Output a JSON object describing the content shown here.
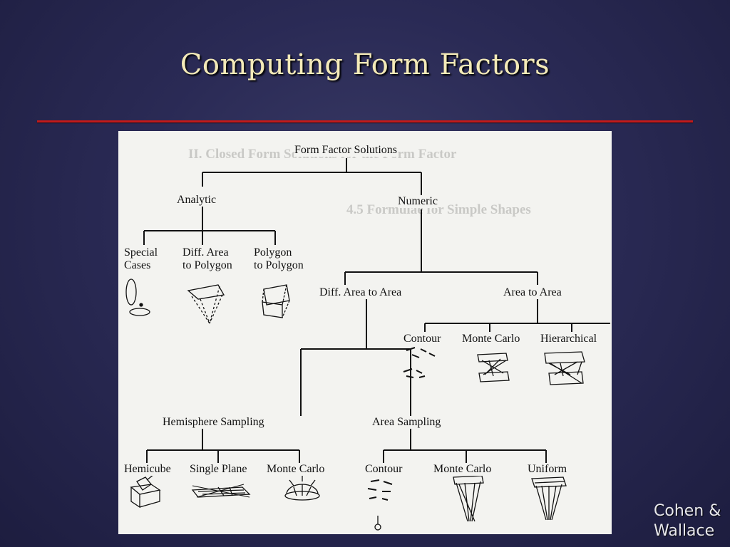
{
  "slide": {
    "title": "Computing Form Factors",
    "credit_line1": "Cohen &",
    "credit_line2": "Wallace"
  },
  "background_page": {
    "heading1": "II. Closed Form Solutions for the Form Factor",
    "heading2": "4.5   Formulae for Simple Shapes"
  },
  "tree": {
    "root": "Form Factor Solutions",
    "analytic": "Analytic",
    "numeric": "Numeric",
    "special_cases_l1": "Special",
    "special_cases_l2": "Cases",
    "diff_area_poly_l1": "Diff. Area",
    "diff_area_poly_l2": "to Polygon",
    "poly_poly_l1": "Polygon",
    "poly_poly_l2": "to Polygon",
    "diff_area_to_area": "Diff. Area to Area",
    "area_to_area": "Area to Area",
    "contour_a": "Contour",
    "monte_carlo_a": "Monte Carlo",
    "hierarchical": "Hierarchical",
    "hemisphere_sampling": "Hemisphere Sampling",
    "area_sampling": "Area Sampling",
    "hemicube": "Hemicube",
    "single_plane": "Single Plane",
    "monte_carlo_b": "Monte Carlo",
    "contour_b": "Contour",
    "monte_carlo_c": "Monte Carlo",
    "uniform": "Uniform"
  },
  "colors": {
    "title": "#f4eab8",
    "rule": "#c21a1a",
    "figure_bg": "#f3f3f0"
  }
}
